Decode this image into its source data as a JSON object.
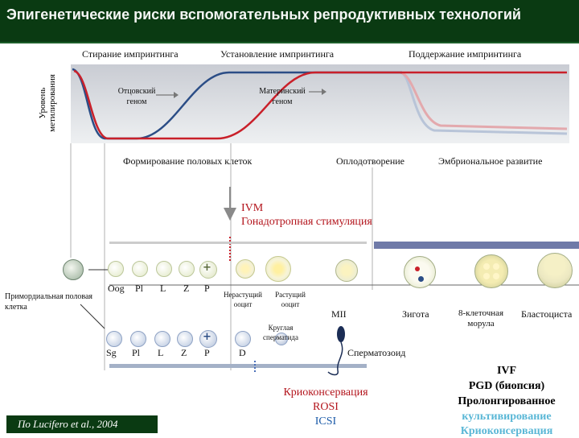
{
  "title": "Эпигенетические риски вспомогательных репродуктивных технологий",
  "graph": {
    "y_label": "Уровень метилирования",
    "phases": [
      "Стирание импринтинга",
      "Установление импринтинга",
      "Поддержание импринтинга"
    ],
    "paternal": "Отцовский геном",
    "maternal": "Материнский геном",
    "stages": [
      "Формирование половых клеток",
      "Оплодотворение",
      "Эмбриональное развитие"
    ]
  },
  "ivm": {
    "line1": "IVM",
    "line2": "Гонадотропная стимуляция"
  },
  "primordial": "Примордиальная половая клетка",
  "oocyte_row": {
    "labels": [
      "Oog",
      "Pl",
      "L",
      "Z",
      "P"
    ],
    "nonGrowing": "Нерастущий ооцит",
    "growing": "Растущий ооцит",
    "mii": "MII",
    "zygote": "Зигота",
    "morula": "8-клеточная морула",
    "blastocyst": "Бластоциста"
  },
  "sperm_row": {
    "labels": [
      "Sg",
      "Pl",
      "L",
      "Z",
      "P",
      "D"
    ],
    "round": "Круглая сперматида",
    "spermatozoon": "Сперматозоид"
  },
  "left_techniques": [
    "Криоконсервация",
    "ROSI",
    "ICSI"
  ],
  "right_techniques": [
    "IVF",
    "PGD (биопсия)",
    "Пролонгированное",
    "культивирование",
    "Криоконсервация"
  ],
  "credit": "По Lucifero et al., 2004",
  "colors": {
    "title_bg": "#0a3a12",
    "accent_red": "#b3141c",
    "accent_blue": "#1a5aa8",
    "accent_cyan": "#5ab7d6"
  }
}
